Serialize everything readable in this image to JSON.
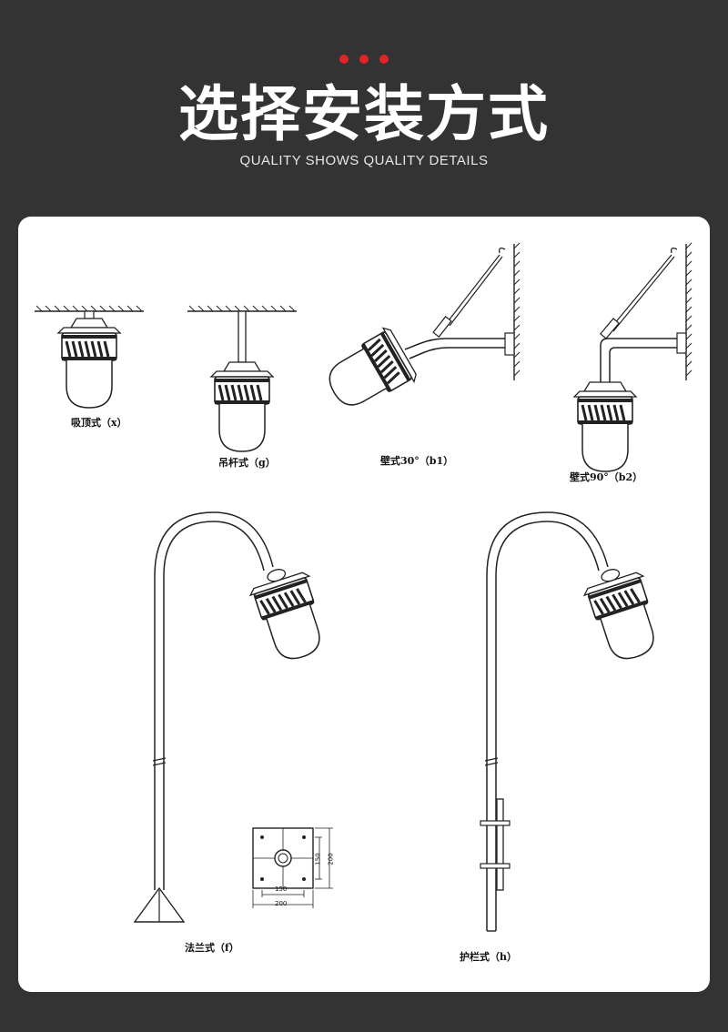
{
  "header": {
    "title": "选择安装方式",
    "subtitle": "QUALITY SHOWS QUALITY DETAILS",
    "dot_color": "#e0242a"
  },
  "mounts": [
    {
      "id": "x",
      "caption": "吸顶式（x）"
    },
    {
      "id": "g",
      "caption": "吊杆式（g）"
    },
    {
      "id": "b1",
      "caption": "壁式30°（b1）"
    },
    {
      "id": "b2",
      "caption": "壁式90°（b2）"
    },
    {
      "id": "f",
      "caption": "法兰式（f）"
    },
    {
      "id": "h",
      "caption": "护栏式（h）"
    }
  ],
  "flange_dimensions": {
    "inner_width": "150",
    "outer_width": "200",
    "inner_height": "150",
    "outer_height": "200"
  }
}
